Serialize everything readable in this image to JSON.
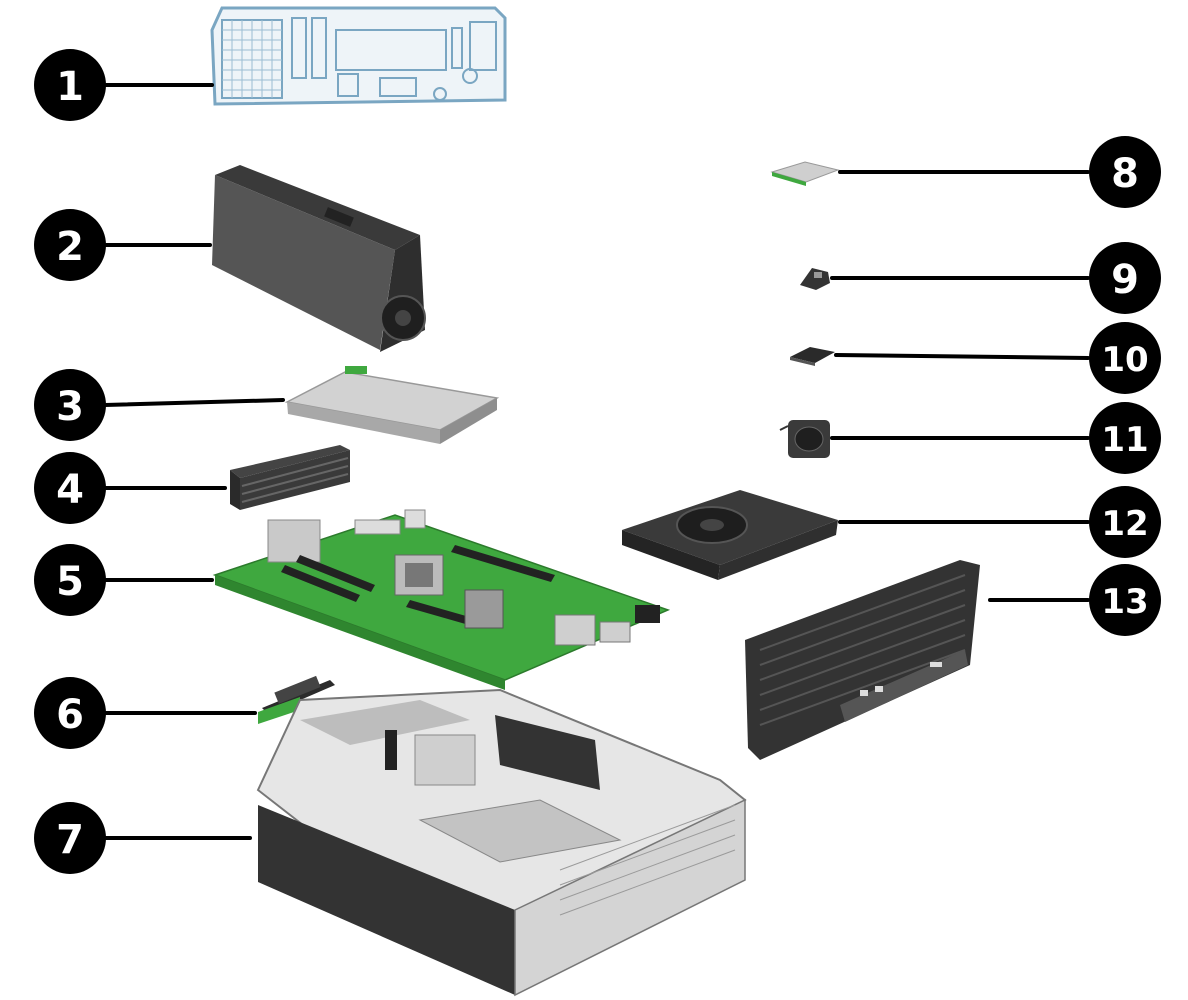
{
  "callouts": [
    {
      "number": "1",
      "part": "io-shield"
    },
    {
      "number": "2",
      "part": "power-supply"
    },
    {
      "number": "3",
      "part": "optical-drive"
    },
    {
      "number": "4",
      "part": "memory-modules"
    },
    {
      "number": "5",
      "part": "system-board"
    },
    {
      "number": "6",
      "part": "m2-ssd"
    },
    {
      "number": "7",
      "part": "chassis"
    },
    {
      "number": "8",
      "part": "processor"
    },
    {
      "number": "9",
      "part": "bracket"
    },
    {
      "number": "10",
      "part": "wlan-module"
    },
    {
      "number": "11",
      "part": "speaker"
    },
    {
      "number": "12",
      "part": "fan-heatsink"
    },
    {
      "number": "13",
      "part": "front-bezel"
    }
  ],
  "colors": {
    "callout_fill": "#000000",
    "callout_text": "#ffffff",
    "leader_line": "#000000",
    "board_green": "#3fa83f",
    "shield_blue": "#7aa6c2",
    "part_dark": "#2b2b2b",
    "part_silver": "#c9c9c9"
  }
}
